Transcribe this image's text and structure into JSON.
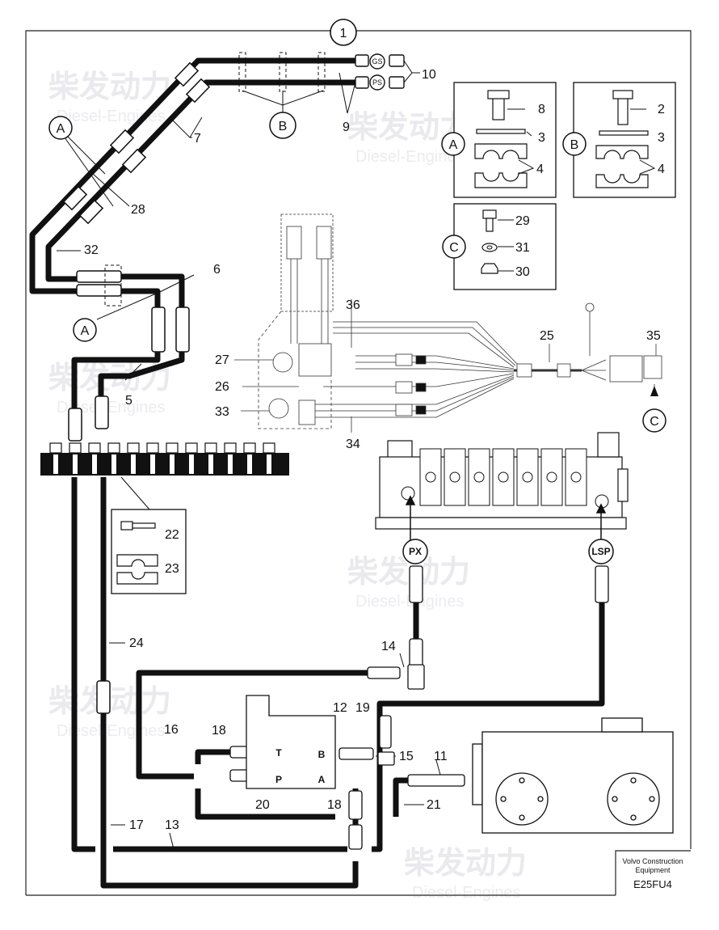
{
  "sheet_label": "1",
  "part_numbers": {
    "p2": "2",
    "p3a": "3",
    "p3b": "3",
    "p4a": "4",
    "p4b": "4",
    "p5": "5",
    "p6": "6",
    "p7": "7",
    "p8": "8",
    "p9": "9",
    "p10": "10",
    "p11": "11",
    "p12": "12",
    "p13": "13",
    "p14": "14",
    "p15": "15",
    "p16": "16",
    "p17": "17",
    "p18a": "18",
    "p18b": "18",
    "p19": "19",
    "p20": "20",
    "p21": "21",
    "p22": "22",
    "p23": "23",
    "p24": "24",
    "p25": "25",
    "p26": "26",
    "p27": "27",
    "p28": "28",
    "p29": "29",
    "p30": "30",
    "p31": "31",
    "p32": "32",
    "p33": "33",
    "p34": "34",
    "p35": "35",
    "p36": "36"
  },
  "callouts": {
    "a_left": "A",
    "a_low": "A",
    "b_main": "B",
    "c_main": "C",
    "a_detail": "A",
    "b_detail": "B",
    "c_detail": "C"
  },
  "ports": {
    "gs": "GS",
    "ps": "PS",
    "px": "PX",
    "lsp": "LSP"
  },
  "valve_ports": {
    "t": "T",
    "p": "P",
    "a": "A",
    "b": "B"
  },
  "footer": {
    "company_line1": "Volvo Construction",
    "company_line2": "Equipment",
    "code": "E25FU4"
  },
  "watermark": {
    "cn": "柴发动力",
    "en": "Diesel-Engines"
  }
}
